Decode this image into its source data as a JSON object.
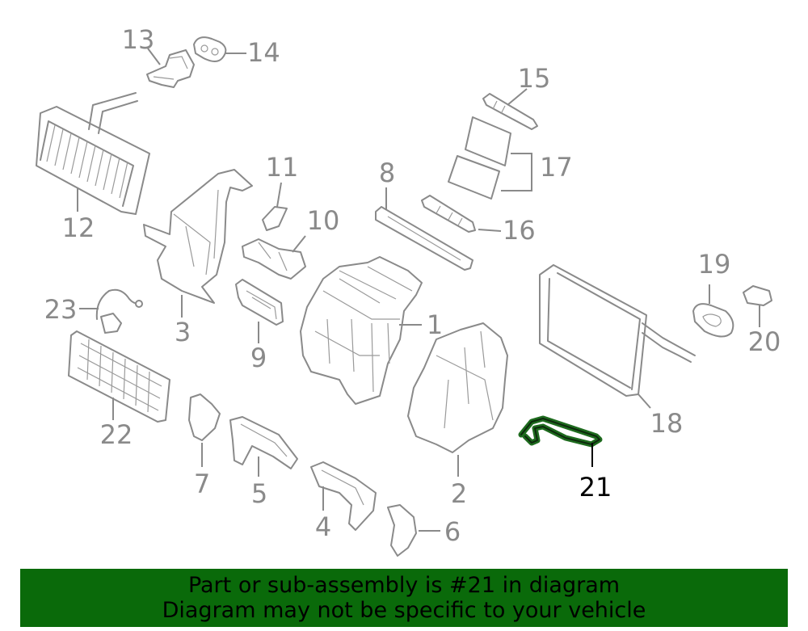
{
  "callouts": {
    "c1": "1",
    "c2": "2",
    "c3": "3",
    "c4": "4",
    "c5": "5",
    "c6": "6",
    "c7": "7",
    "c8": "8",
    "c9": "9",
    "c10": "10",
    "c11": "11",
    "c12": "12",
    "c13": "13",
    "c14": "14",
    "c15": "15",
    "c16": "16",
    "c17": "17",
    "c18": "18",
    "c19": "19",
    "c20": "20",
    "c21": "21",
    "c22": "22",
    "c23": "23"
  },
  "highlighted_part": "21",
  "colors": {
    "banner": "#0a6a0a",
    "part_line": "#8a8a8a",
    "highlight": "#1e6b1e"
  },
  "banner": {
    "line1": "Part or sub-assembly is #21 in diagram",
    "line2": "Diagram may not be specific to your vehicle"
  }
}
